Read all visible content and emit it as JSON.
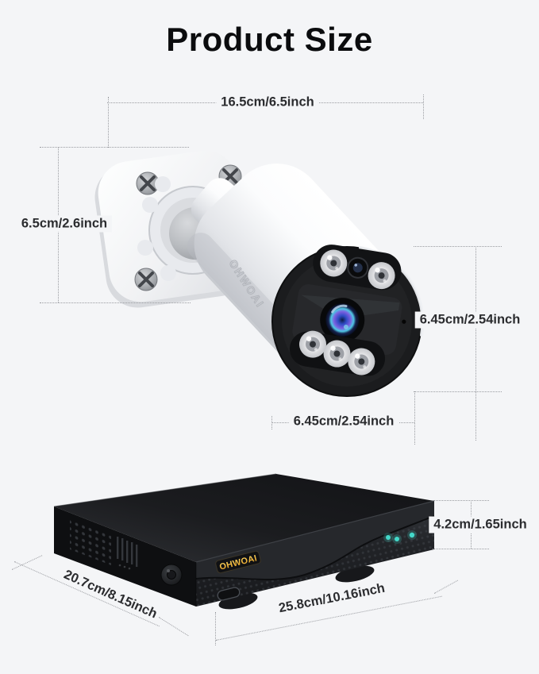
{
  "title": "Product Size",
  "camera": {
    "brand": "OHWOAI",
    "dimensions": {
      "width": "16.5cm/6.5inch",
      "mount_height": "6.5cm/2.6inch",
      "face_height": "6.45cm/2.54inch",
      "face_width": "6.45cm/2.54inch"
    }
  },
  "recorder": {
    "brand": "OHWOAI",
    "dimensions": {
      "height": "4.2cm/1.65inch",
      "depth": "20.7cm/8.15inch",
      "width": "25.8cm/10.16inch"
    }
  },
  "colors": {
    "background": "#f4f5f7",
    "dimension_text": "#2b2c2f",
    "dotted_line": "#9a9ca1",
    "brand_gold": "#f0b93f",
    "led_teal": "#43d8c9",
    "lens_blue": "#4a5cd0"
  }
}
